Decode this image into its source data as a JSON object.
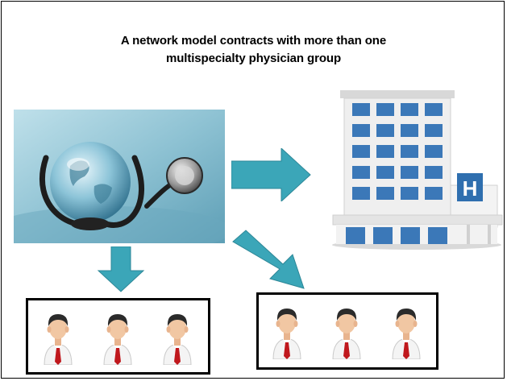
{
  "title": {
    "line1": "A network model contracts with more than one",
    "line2": "multispecialty physician group"
  },
  "colors": {
    "arrow": "#3BA6B8",
    "arrow_edge": "#2E8797",
    "border": "#000000",
    "hospital_window": "#3B78B8",
    "hospital_sign": "#2F6FAF",
    "tie": "#C0181D"
  },
  "icons": {
    "network_photo": "globe-stethoscope-image",
    "hospital": "hospital-icon",
    "hospital_sign": "H",
    "physician": "physician-icon"
  },
  "groups": [
    {
      "physicians": 3
    },
    {
      "physicians": 3
    }
  ]
}
